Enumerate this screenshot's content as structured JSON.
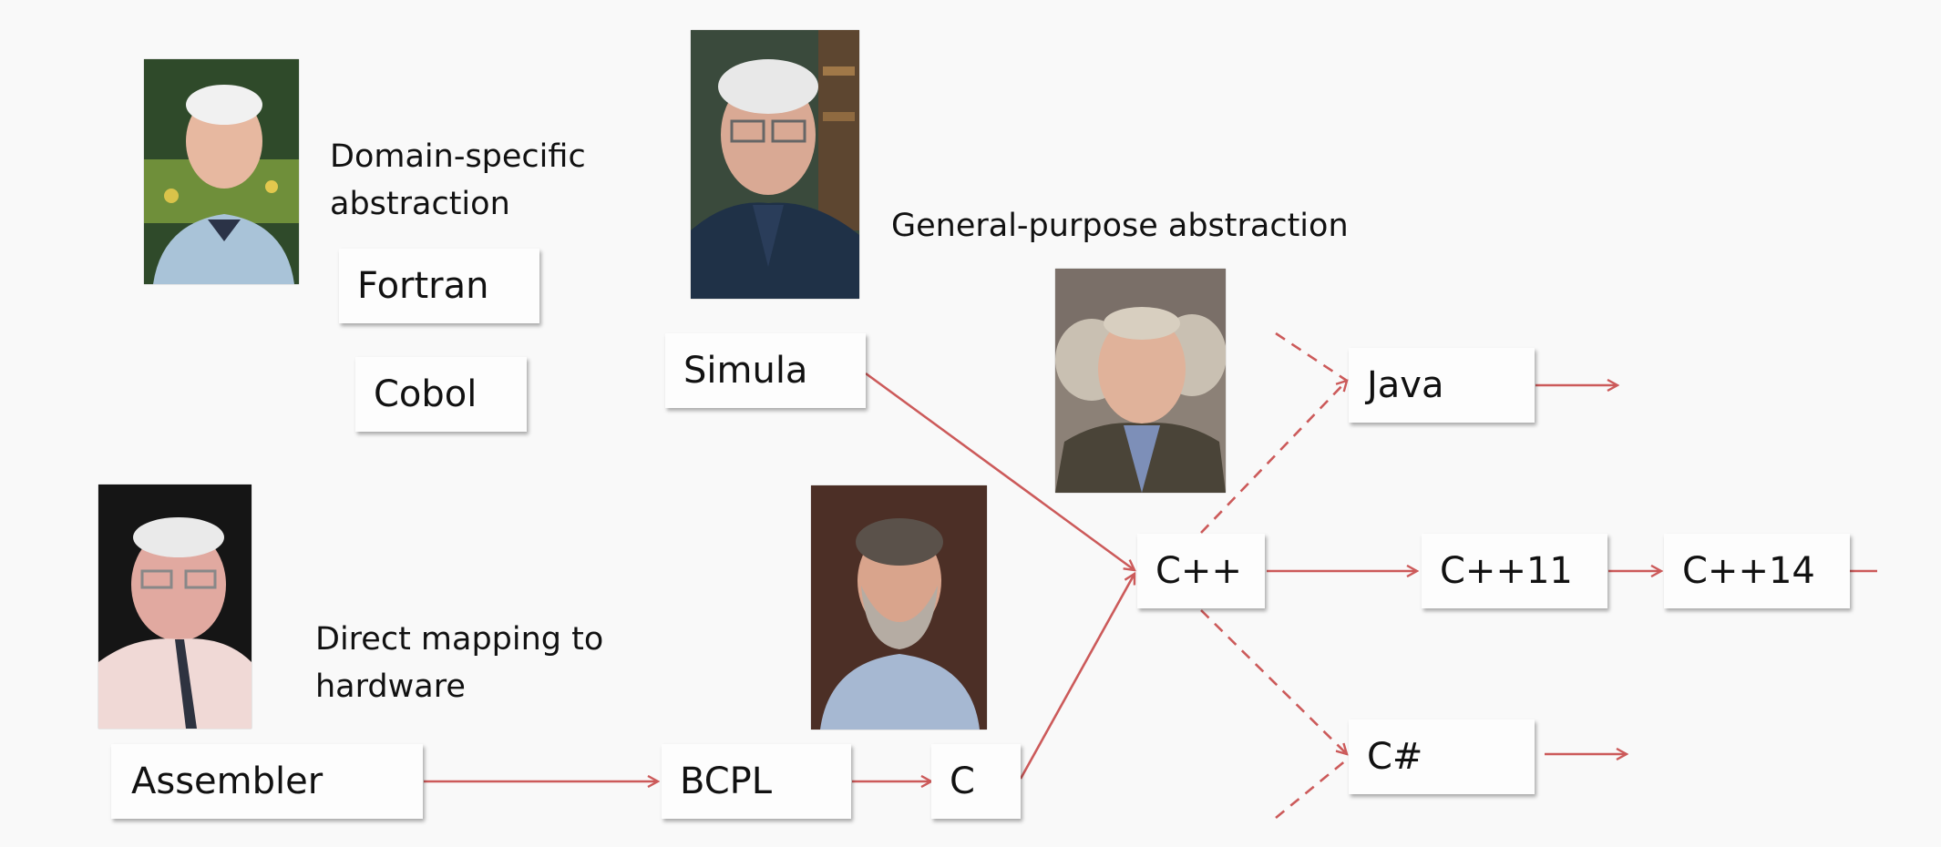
{
  "colors": {
    "background": "#f9f9f9",
    "arrow": "#cc5a5a",
    "box": "#fdfdfd",
    "text": "#111111"
  },
  "notes": {
    "domain_specific": "Domain-specific\nabstraction",
    "general_purpose": "General-purpose abstraction",
    "direct_mapping": "Direct mapping to\nhardware"
  },
  "languages": {
    "fortran": "Fortran",
    "cobol": "Cobol",
    "simula": "Simula",
    "assembler": "Assembler",
    "bcpl": "BCPL",
    "c": "C",
    "cpp": "C++",
    "java": "Java",
    "cpp11": "C++11",
    "cpp14": "C++14",
    "csharp": "C#"
  },
  "edges": [
    {
      "from": "Simula",
      "to": "C++",
      "style": "solid"
    },
    {
      "from": "Assembler",
      "to": "BCPL",
      "style": "solid"
    },
    {
      "from": "BCPL",
      "to": "C",
      "style": "solid"
    },
    {
      "from": "C",
      "to": "C++",
      "style": "solid"
    },
    {
      "from": "C++",
      "to": "C++11",
      "style": "solid"
    },
    {
      "from": "C++11",
      "to": "C++14",
      "style": "solid"
    },
    {
      "from": "C++",
      "to": "Java",
      "style": "dashed"
    },
    {
      "from": "C++",
      "to": "C#",
      "style": "dashed"
    }
  ],
  "photos": [
    "portrait-photo",
    "portrait-photo",
    "portrait-photo",
    "portrait-photo",
    "portrait-photo"
  ]
}
